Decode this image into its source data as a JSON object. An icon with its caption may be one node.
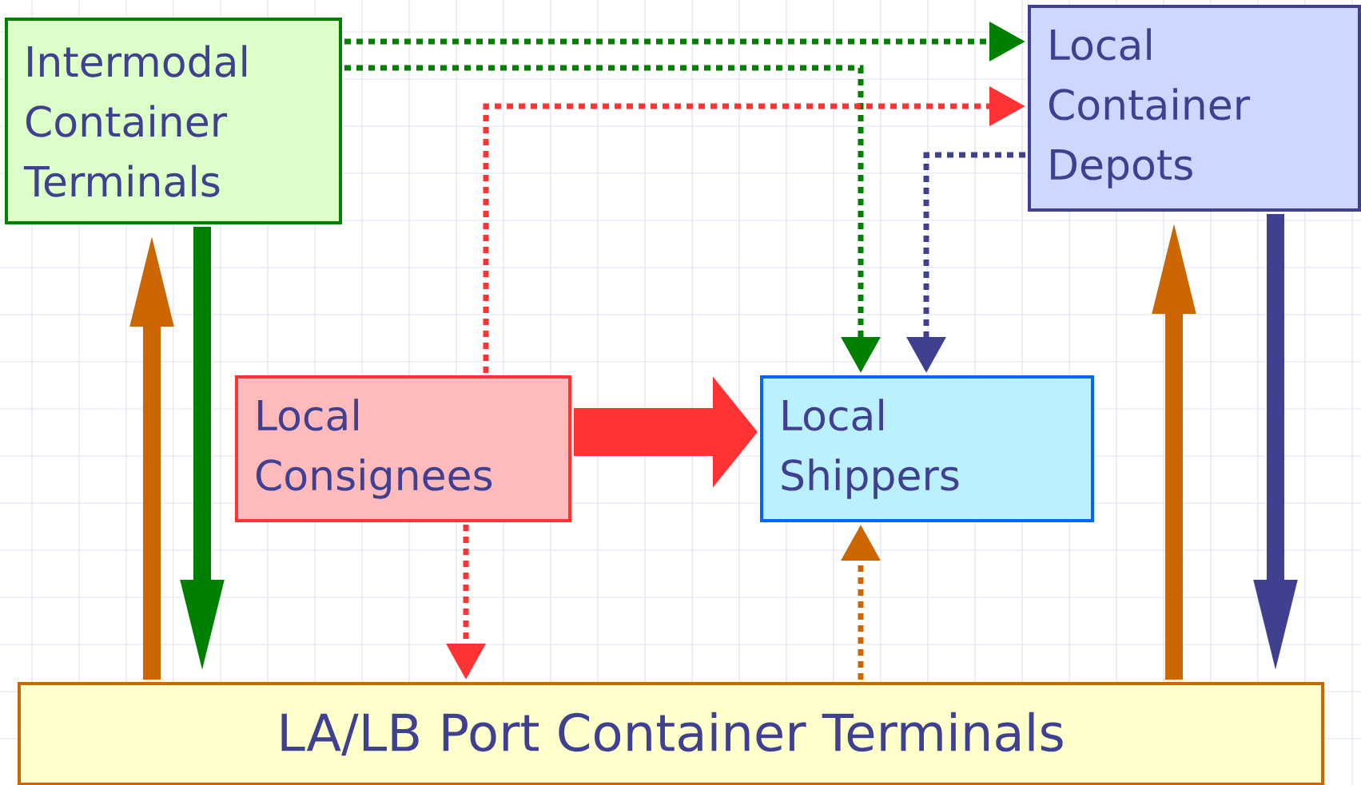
{
  "diagram": {
    "nodes": [
      {
        "text": [
          "Intermodal Container Terminals"
        ]
      },
      {
        "text": [
          "Local Container Depots"
        ]
      },
      {
        "text": [
          "Local Consignees"
        ]
      },
      {
        "text": [
          "Local Shippers"
        ]
      },
      {
        "text": [
          "LA/LB Port Container Terminals"
        ]
      }
    ],
    "edges": [
      {
        "from": 0,
        "to": 1,
        "arrow": "to",
        "style": "dashed",
        "color": "#008000"
      },
      {
        "from": 0,
        "to": 3,
        "arrow": "to",
        "style": "dashed",
        "color": "#008000"
      },
      {
        "from": 2,
        "to": 1,
        "arrow": "to",
        "style": "dashed",
        "color": "#ff3333"
      },
      {
        "from": 1,
        "to": 3,
        "arrow": "to",
        "style": "dashed",
        "color": "#404090"
      },
      {
        "from": 2,
        "to": 3,
        "arrow": "to",
        "style": "thick",
        "color": "#ff3333"
      },
      {
        "from": 2,
        "to": 4,
        "arrow": "to",
        "style": "dashed",
        "color": "#ff3333"
      },
      {
        "from": 4,
        "to": 3,
        "arrow": "to",
        "style": "dashed",
        "color": "#cc6600"
      },
      {
        "from": 4,
        "to": 0,
        "arrow": "to",
        "style": "thick",
        "color": "#cc6600"
      },
      {
        "from": 0,
        "to": 4,
        "arrow": "to",
        "style": "thick",
        "color": "#008000"
      },
      {
        "from": 4,
        "to": 1,
        "arrow": "to",
        "style": "thick",
        "color": "#cc6600"
      },
      {
        "from": 1,
        "to": 4,
        "arrow": "to",
        "style": "thick",
        "color": "#404090"
      }
    ]
  }
}
